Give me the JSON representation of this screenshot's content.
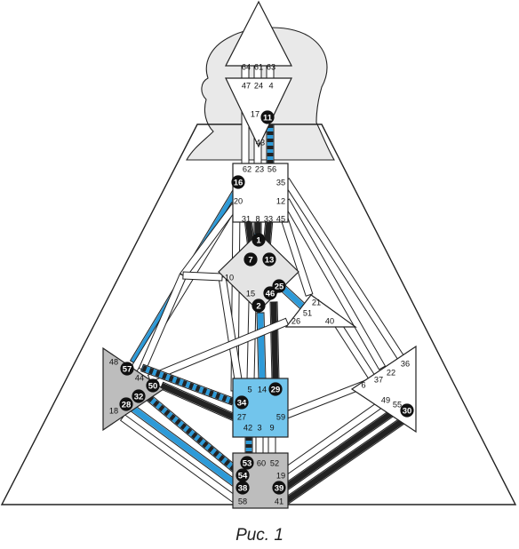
{
  "caption": "Рис. 1",
  "colors": {
    "line": "#222222",
    "accent": "#2d9ad8",
    "head_fill": "#e9e9e9",
    "center_light_gray": "#e4e4e4",
    "center_mid_gray": "#bfbfbf",
    "sacral_gray": "#bdbdbd",
    "g_center_blue": "#72c5ec",
    "white": "#ffffff"
  },
  "centers": [
    {
      "id": "head",
      "shape": "triangle-up",
      "fill": "white",
      "gates": [
        "64",
        "61",
        "63"
      ]
    },
    {
      "id": "ajna",
      "shape": "triangle-down",
      "fill": "white",
      "gates": [
        "47",
        "24",
        "4",
        "17",
        "11",
        "43"
      ]
    },
    {
      "id": "throat",
      "shape": "square",
      "fill": "white",
      "gates": [
        "62",
        "23",
        "56",
        "16",
        "35",
        "20",
        "12",
        "31",
        "8",
        "33",
        "45"
      ]
    },
    {
      "id": "g",
      "shape": "diamond",
      "fill": "light-gray",
      "gates": [
        "1",
        "7",
        "13",
        "10",
        "25",
        "15",
        "46",
        "2"
      ]
    },
    {
      "id": "heart",
      "shape": "triangle",
      "fill": "white",
      "gates": [
        "21",
        "51",
        "26",
        "40"
      ]
    },
    {
      "id": "spleen",
      "shape": "triangle-right",
      "fill": "gray",
      "gates": [
        "48",
        "57",
        "44",
        "50",
        "32",
        "28",
        "18"
      ]
    },
    {
      "id": "sacral",
      "shape": "square",
      "fill": "blue",
      "gates": [
        "5",
        "14",
        "29",
        "34",
        "27",
        "59",
        "42",
        "3",
        "9"
      ]
    },
    {
      "id": "solar_plexus",
      "shape": "triangle-left",
      "fill": "white",
      "gates": [
        "36",
        "22",
        "37",
        "6",
        "49",
        "55",
        "30"
      ]
    },
    {
      "id": "root",
      "shape": "square",
      "fill": "gray",
      "gates": [
        "53",
        "60",
        "52",
        "54",
        "19",
        "38",
        "39",
        "58",
        "41"
      ]
    }
  ],
  "activated_gates": [
    "11",
    "16",
    "1",
    "7",
    "13",
    "25",
    "46",
    "2",
    "57",
    "50",
    "32",
    "28",
    "34",
    "29",
    "30",
    "53",
    "54",
    "38",
    "39"
  ],
  "channels": [
    {
      "id": "11-56",
      "state": "blue-striped"
    },
    {
      "id": "16-48",
      "state": "blue"
    },
    {
      "id": "1-8",
      "state": "black-blue"
    },
    {
      "id": "7-31",
      "state": "black"
    },
    {
      "id": "13-33",
      "state": "black"
    },
    {
      "id": "25-51",
      "state": "blue"
    },
    {
      "id": "2-14",
      "state": "blue"
    },
    {
      "id": "46-29",
      "state": "black"
    },
    {
      "id": "57-34",
      "state": "blue-striped"
    },
    {
      "id": "50-27",
      "state": "black"
    },
    {
      "id": "32-54",
      "state": "blue-striped"
    },
    {
      "id": "28-38",
      "state": "blue"
    },
    {
      "id": "53-42",
      "state": "blue-striped"
    },
    {
      "id": "39-55",
      "state": "black"
    },
    {
      "id": "30-41",
      "state": "black"
    }
  ]
}
